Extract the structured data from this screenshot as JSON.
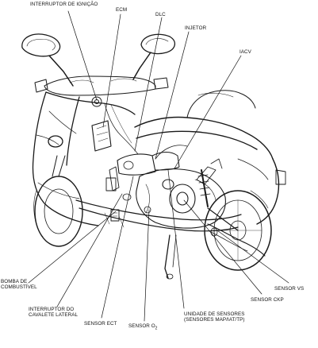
{
  "labels": {
    "ignition_switch": "INTERRUPTOR DE IGNIÇÃO",
    "ecm": "ECM",
    "dlc": "DLC",
    "injector": "INJETOR",
    "iacv": "IACV",
    "fuel_pump": [
      "BOMBA DE",
      "COMBUSTÍVEL"
    ],
    "side_stand_switch": [
      "INTERRUPTOR DO",
      "CAVALETE LATERAL"
    ],
    "ect_sensor": "SENSOR ECT",
    "o2_sensor": "SENSOR O",
    "o2_subscript": "2",
    "sensor_unit": [
      "UNIDADE DE SENSORES",
      "(SENSORES MAP/IAT/TP)"
    ],
    "ckp_sensor": "SENSOR CKP",
    "vs_sensor": "SENSOR VS"
  }
}
